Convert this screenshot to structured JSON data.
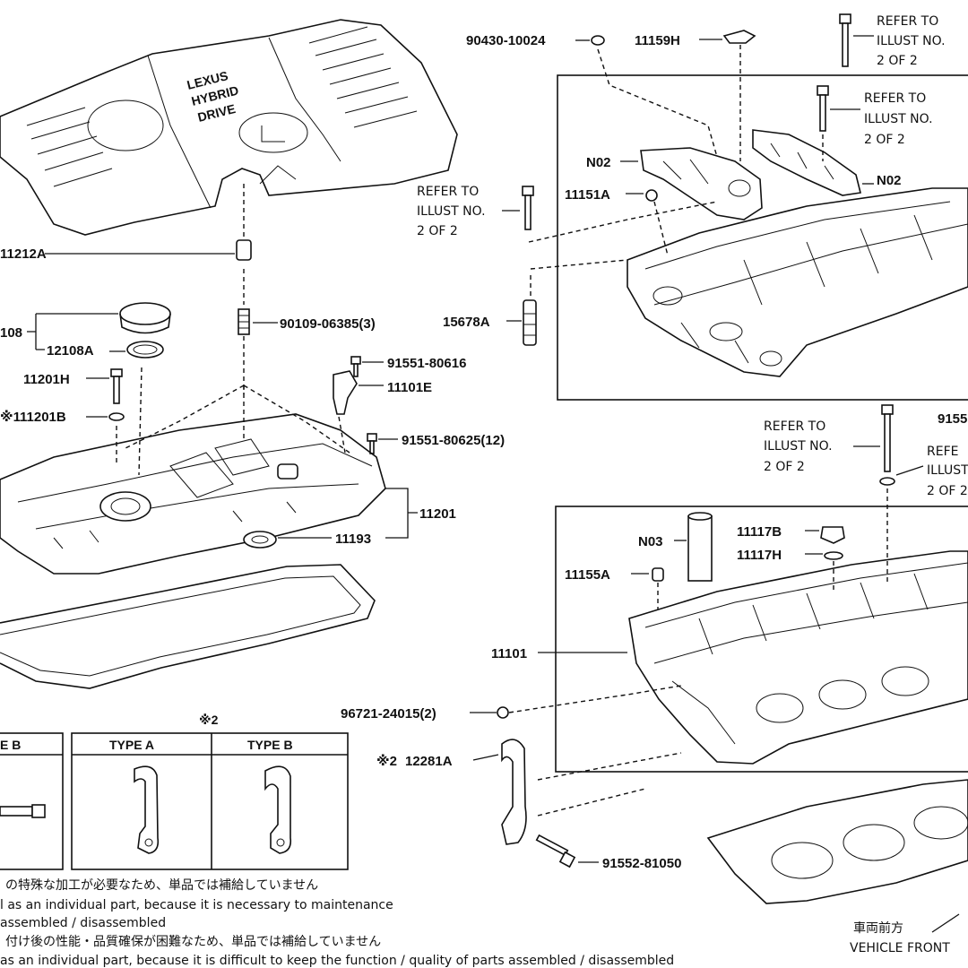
{
  "engine_cover": {
    "badge_lines": [
      "LEXUS",
      "HYBRID",
      "DRIVE"
    ]
  },
  "refer_notes": {
    "line1": "REFER TO",
    "line2": "ILLUST NO.",
    "line3": "2 OF 2",
    "partial_line2": "ILLUST",
    "partial_line1": "REFE"
  },
  "labels": {
    "p11212A": "11212A",
    "p12108": "108",
    "p12108A": "12108A",
    "p11201H": "11201H",
    "p11201B": "11201B",
    "p11201B_mark": "※1",
    "p90109": "90109-06385(3)",
    "p91551_616": "91551-80616",
    "p11101E": "11101E",
    "p91551_625": "91551-80625(12)",
    "p11201": "11201",
    "p11193": "11193",
    "p90430": "90430-10024",
    "p11159H": "11159H",
    "pN02_left": "N02",
    "pN02_right": "N02",
    "p11151A": "11151A",
    "p15678A": "15678A",
    "p9155_partial": "9155",
    "pN03": "N03",
    "p11117B": "11117B",
    "p11117H": "11117H",
    "p11155A": "11155A",
    "p11101": "11101",
    "p96721": "96721-24015(2)",
    "p12281A": "12281A",
    "p12281A_mark": "※2",
    "p91552": "91552-81050"
  },
  "type_table": {
    "mark": "※2",
    "partial_header": "E B",
    "header_a": "TYPE A",
    "header_b": "TYPE B"
  },
  "footnotes": {
    "line1": "の特殊な加工が必要なため、単品では補給していません",
    "line2": "l as an individual part, because it is necessary to maintenance",
    "line3": "assembled / disassembled",
    "line4": "付け後の性能・品質確保が困難なため、単品では補給していません",
    "line5": "as an individual part, because it is difficult to keep the function / quality of parts  assembled / disassembled"
  },
  "direction": {
    "jp": "車両前方",
    "en": "VEHICLE FRONT"
  }
}
